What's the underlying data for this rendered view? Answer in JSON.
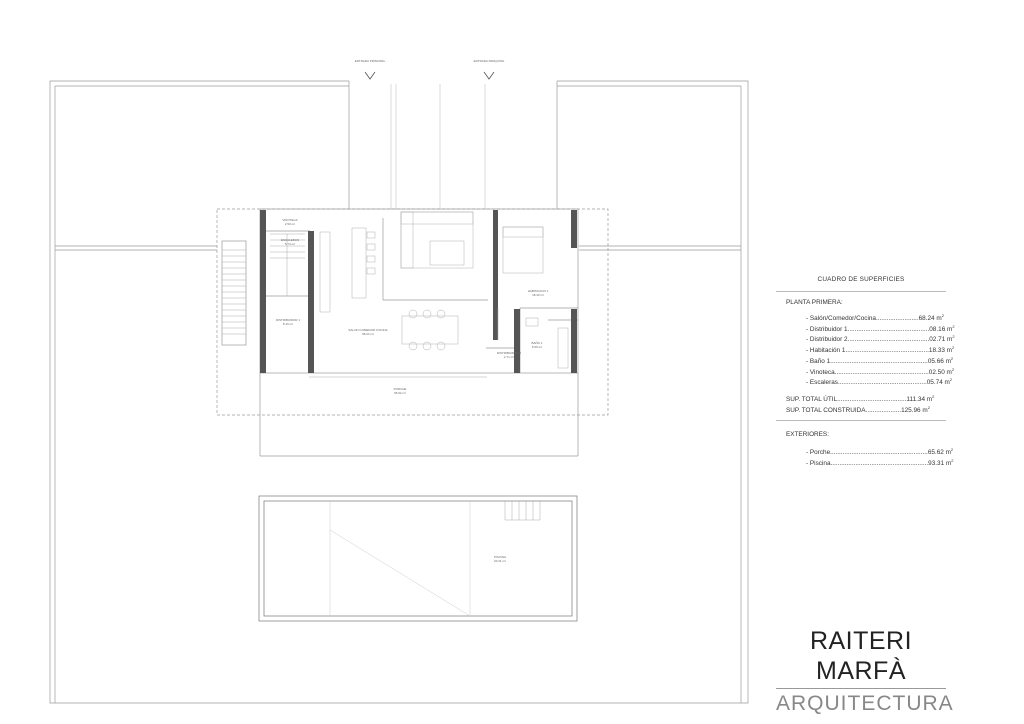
{
  "plan": {
    "entrances": [
      {
        "text": "ENTRADA PRINCIPAL"
      },
      {
        "text": "ENTRADA PARQUING"
      }
    ],
    "rooms": [
      {
        "name": "VINOTECA",
        "area": "2.50 m²"
      },
      {
        "name": "ESCALERAS",
        "area": "5.74 m²"
      },
      {
        "name": "DISTRIBUIDOR 1",
        "area": "8.16 m²"
      },
      {
        "name": "SALON COMEDOR COCINA",
        "area": "68.24 m²"
      },
      {
        "name": "HABITACION 1",
        "area": "18.33 m²"
      },
      {
        "name": "BAÑO 1",
        "area": "5.66 m²"
      },
      {
        "name": "DISTRIBUIDOR 2",
        "area": "2.71 m²"
      },
      {
        "name": "PORCHE",
        "area": "65.62 m²"
      },
      {
        "name": "PISCINA",
        "area": "93.31 m²"
      }
    ]
  },
  "surfaces": {
    "title": "CUADRO DE SUPERFICIES",
    "section_floor": "PLANTA PRIMERA:",
    "rows": [
      {
        "label": "- Salón/Comedor/Cocina",
        "value": "68.24 m"
      },
      {
        "label": "- Distribuidor 1",
        "value": "08.16 m"
      },
      {
        "label": "- Distribuidor 2",
        "value": "02.71 m"
      },
      {
        "label": "- Habitación 1",
        "value": "18.33 m"
      },
      {
        "label": "- Baño 1",
        "value": "05.66 m"
      },
      {
        "label": "- Vinoteca",
        "value": "02.50 m"
      },
      {
        "label": "- Escaleras",
        "value": "05.74 m"
      }
    ],
    "totals": [
      {
        "label": "SUP.  TOTAL ÚTIL",
        "value": "111.34 m"
      },
      {
        "label": "SUP.  TOTAL CONSTRUIDA",
        "value": "125.96 m"
      }
    ],
    "section_ext": "EXTERIORES:",
    "ext_rows": [
      {
        "label": "- Porche",
        "value": "65.62 m"
      },
      {
        "label": "- Piscina",
        "value": "93.31 m"
      }
    ],
    "unit_exp": "2"
  },
  "brand": {
    "name": "RAITERI MARFÀ",
    "sub": "ARQUITECTURA"
  }
}
